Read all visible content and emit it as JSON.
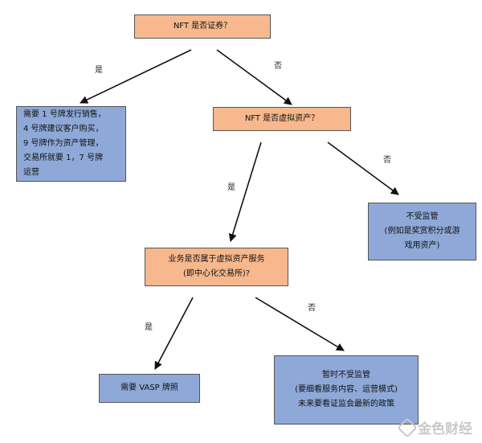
{
  "nodes": {
    "q_security": [
      "NFT 是否证券？"
    ],
    "need_license": [
      "需要 1 号牌发行销售，",
      "4 号牌建议客户购买，",
      "9 号牌作为资产管理，",
      "交易所就要 1，7 号牌",
      "运营"
    ],
    "q_virtual_asset": [
      "NFT 是否虚拟资产？"
    ],
    "not_regulated": [
      "不受监管",
      "(例如是奖赏积分或游",
      "戏用资产)"
    ],
    "q_vasp_service": [
      "业务是否属于虚拟资产服务",
      "(即中心化交易所)?"
    ],
    "need_vasp": [
      "需要 VASP 牌照"
    ],
    "temp_not_regulated": [
      "暂时不受监管",
      "(要细看服务内容、运营模式)",
      "未来要看证监会最新的政策"
    ]
  },
  "edges": {
    "yes": "是",
    "no": "否"
  },
  "watermark": "金色财经",
  "colors": {
    "question_fill": "#f6b88c",
    "outcome_fill": "#8ea9d8",
    "border": "#555555",
    "arrow": "#111111"
  }
}
